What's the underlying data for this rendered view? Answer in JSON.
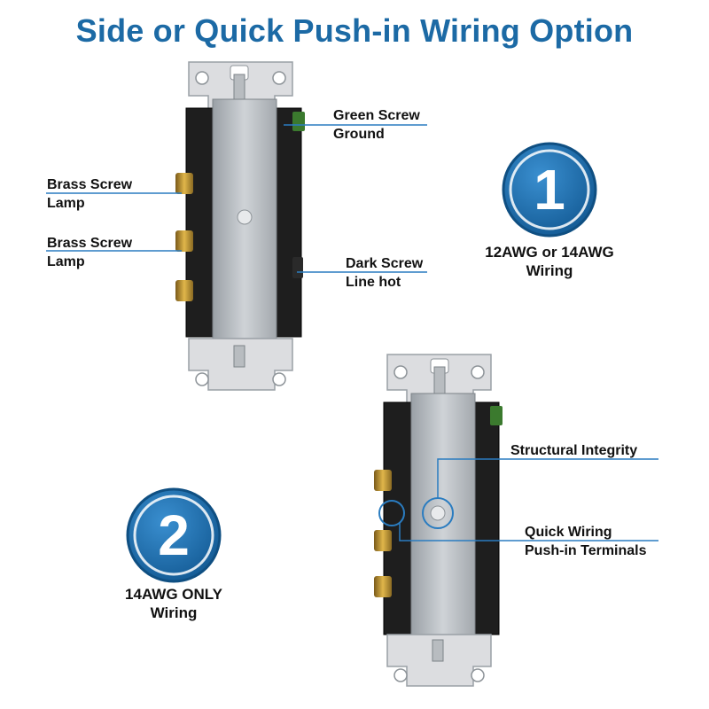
{
  "title": "Side or Quick Push-in Wiring Option",
  "option1": {
    "number": "1",
    "caption_line1": "12AWG or 14AWG",
    "caption_line2": "Wiring",
    "labels": {
      "green_screw": {
        "line1": "Green Screw",
        "line2": "Ground"
      },
      "brass_screw_1": {
        "line1": "Brass Screw",
        "line2": "Lamp"
      },
      "brass_screw_2": {
        "line1": "Brass Screw",
        "line2": "Lamp"
      },
      "dark_screw": {
        "line1": "Dark Screw",
        "line2": "Line hot"
      }
    }
  },
  "option2": {
    "number": "2",
    "caption_line1": "14AWG ONLY",
    "caption_line2": "Wiring",
    "labels": {
      "structural": {
        "line1": "Structural Integrity"
      },
      "quick_wiring": {
        "line1": "Quick Wiring",
        "line2": "Push-in Terminals"
      }
    }
  },
  "colors": {
    "accent": "#1c6aa5",
    "badge": "#1e73b8",
    "callout_line": "#2a7cc0"
  }
}
